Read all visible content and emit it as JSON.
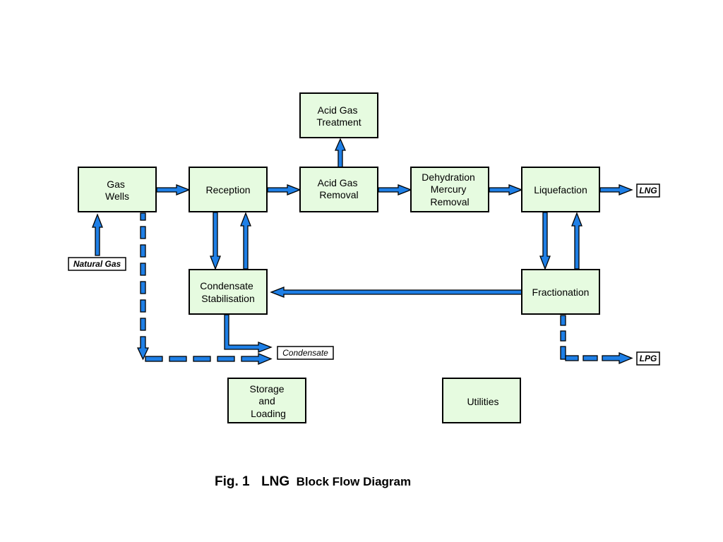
{
  "colors": {
    "box_fill": "#e6fbe0",
    "box_stroke": "#000000",
    "arrow_fill": "#1e7fe6",
    "arrow_stroke": "#000000"
  },
  "blocks": {
    "gas_wells": [
      "Gas",
      "Wells"
    ],
    "reception": [
      "Reception"
    ],
    "acid_gas_removal": [
      "Acid Gas",
      "Removal"
    ],
    "acid_gas_treatment": [
      "Acid Gas",
      "Treatment"
    ],
    "dehydration": [
      "Dehydration",
      "Mercury",
      "Removal"
    ],
    "liquefaction": [
      "Liquefaction"
    ],
    "condensate_stabilisation": [
      "Condensate",
      "Stabilisation"
    ],
    "fractionation": [
      "Fractionation"
    ],
    "storage_loading": [
      "Storage",
      "and",
      "Loading"
    ],
    "utilities": [
      "Utilities"
    ]
  },
  "labels": {
    "natural_gas": "Natural Gas",
    "lng": "LNG",
    "condensate": "Condensate",
    "lpg": "LPG"
  },
  "caption": {
    "fig": "Fig. 1",
    "lng": "LNG",
    "rest": "Block Flow Diagram"
  }
}
